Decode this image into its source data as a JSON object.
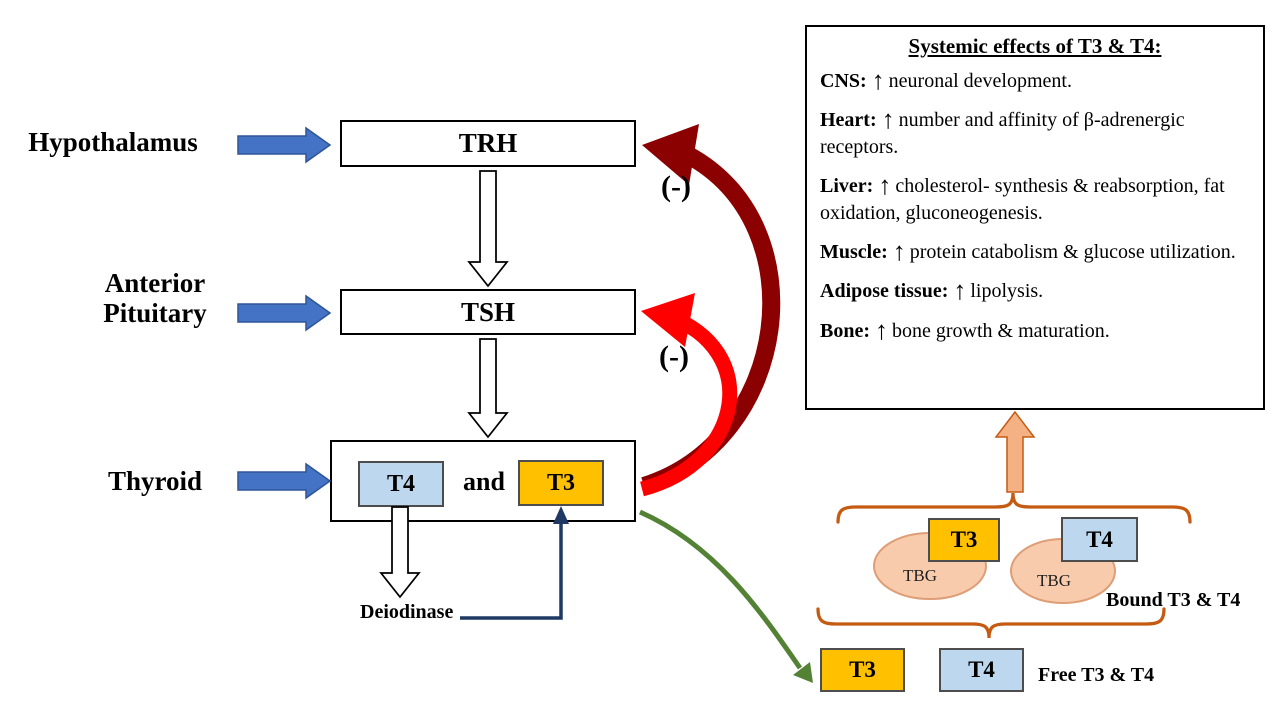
{
  "diagram": {
    "hypothalamus_label": "Hypothalamus",
    "anterior_pituitary_line1": "Anterior",
    "anterior_pituitary_line2": "Pituitary",
    "thyroid_label": "Thyroid",
    "trh_label": "TRH",
    "tsh_label": "TSH",
    "t4_label": "T4",
    "and_label": "and",
    "t3_label": "T3",
    "deiodinase_label": "Deiodinase",
    "negative_feedback_trh": "(-)",
    "negative_feedback_tsh": "(-)"
  },
  "systemic_effects": {
    "title": "Systemic effects of T3 & T4:",
    "arrow_glyph": "↑",
    "items": [
      {
        "organ": "CNS:",
        "effect": "neuronal development."
      },
      {
        "organ": "Heart:",
        "effect": "number and affinity of β-adrenergic receptors."
      },
      {
        "organ": "Liver:",
        "effect": "cholesterol- synthesis & reabsorption, fat oxidation, gluconeogenesis."
      },
      {
        "organ": "Muscle:",
        "effect": "protein catabolism & glucose utilization."
      },
      {
        "organ": "Adipose tissue:",
        "effect": "lipolysis."
      },
      {
        "organ": "Bone:",
        "effect": "bone growth & maturation."
      }
    ]
  },
  "binding_section": {
    "bound_t3": "T3",
    "bound_t4": "T4",
    "tbg_left": "TBG",
    "tbg_right": "TBG",
    "bound_label": "Bound T3 & T4",
    "free_t3": "T3",
    "free_t4": "T4",
    "free_label": "Free T3 & T4"
  },
  "colors": {
    "t3_fill": "#FFC000",
    "t4_fill": "#BDD7EE",
    "blue_arrow_fill": "#4472C4",
    "blue_arrow_border": "#2E5597",
    "white_arrow_fill": "#FFFFFF",
    "dark_red_arrow": "#8B0000",
    "red_arrow": "#FF0000",
    "green_arrow": "#548235",
    "peach_arrow_fill": "#F4B183",
    "peach_arrow_border": "#C55A11",
    "bracket": "#C55A11",
    "navy_connector": "#1F3864",
    "tbg_fill": "#F7CBAC",
    "tbg_border": "#DE9E76"
  }
}
